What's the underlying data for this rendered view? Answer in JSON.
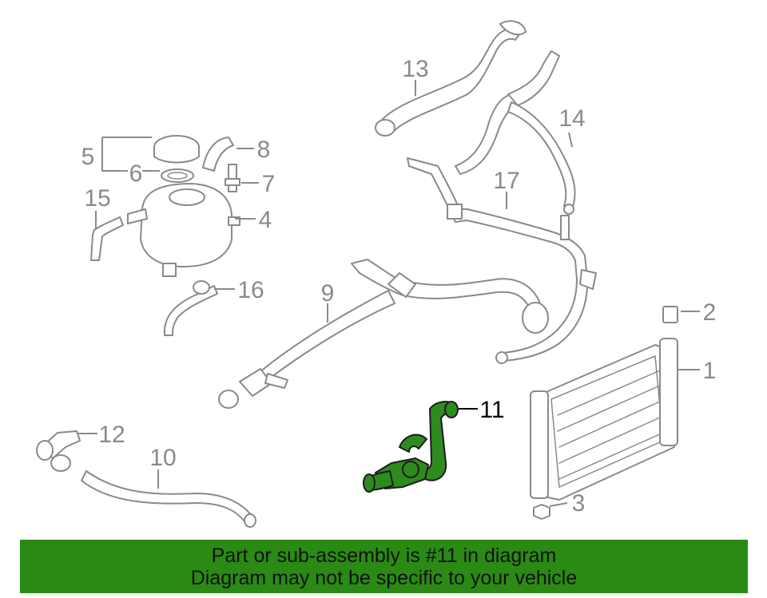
{
  "callouts": {
    "c1": "1",
    "c2": "2",
    "c3": "3",
    "c4": "4",
    "c5": "5",
    "c6": "6",
    "c7": "7",
    "c8": "8",
    "c9": "9",
    "c10": "10",
    "c11": "11",
    "c12": "12",
    "c13": "13",
    "c14": "14",
    "c15": "15",
    "c16": "16",
    "c17": "17"
  },
  "highlighted_part": "11",
  "colors": {
    "highlight": "#2e8b1e",
    "banner": "#2a8a14",
    "line_art": "#8a8a8a"
  },
  "banner": {
    "line1": "Part or sub-assembly is #11 in diagram",
    "line2": "Diagram may not be specific to your vehicle"
  }
}
